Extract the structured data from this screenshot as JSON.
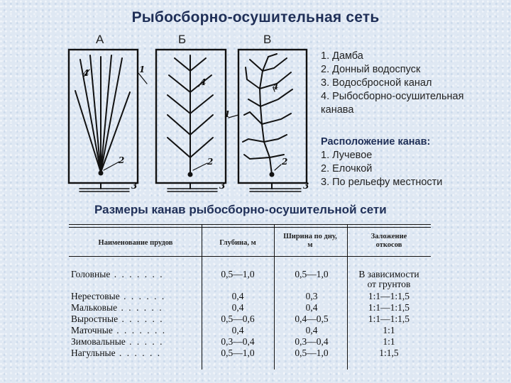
{
  "title": "Рыбосборно-осушительная сеть",
  "diagram_letters": [
    "А",
    "Б",
    "В"
  ],
  "diagram_numbers": [
    "1",
    "2",
    "3",
    "4"
  ],
  "legend": {
    "items": [
      "1. Дамба",
      "2. Донный водоспуск",
      "3. Водосбросной канал",
      "4. Рыбосборно-осушительная канава"
    ],
    "heading": "Расположение канав:",
    "layouts": [
      "1. Лучевое",
      "2. Елочкой",
      "3. По рельефу местности"
    ]
  },
  "table_title": "Размеры канав рыбосборно-осушительной сети",
  "table": {
    "headers": [
      "Наименование прудов",
      "Глубина, м",
      "Ширина по дну, м",
      "Заложение откосов"
    ],
    "rows": [
      {
        "name": "Головные",
        "depth": "0,5—1,0",
        "width": "0,5—1,0",
        "slope": "В зависимости",
        "slope2": "от грунтов"
      },
      {
        "name": "Нерестовые",
        "depth": "0,4",
        "width": "0,3",
        "slope": "1:1—1:1,5"
      },
      {
        "name": "Мальковые",
        "depth": "0,4",
        "width": "0,4",
        "slope": "1:1—1:1,5"
      },
      {
        "name": "Выростные",
        "depth": "0,5—0,6",
        "width": "0,4—0,5",
        "slope": "1:1—1:1,5"
      },
      {
        "name": "Маточные",
        "depth": "0,4",
        "width": "0,4",
        "slope": "1:1"
      },
      {
        "name": "Зимовальные",
        "depth": "0,3—0,4",
        "width": "0,3—0,4",
        "slope": "1:1"
      },
      {
        "name": "Нагульные",
        "depth": "0,5—1,0",
        "width": "0,5—1,0",
        "slope": "1:1,5"
      }
    ]
  }
}
